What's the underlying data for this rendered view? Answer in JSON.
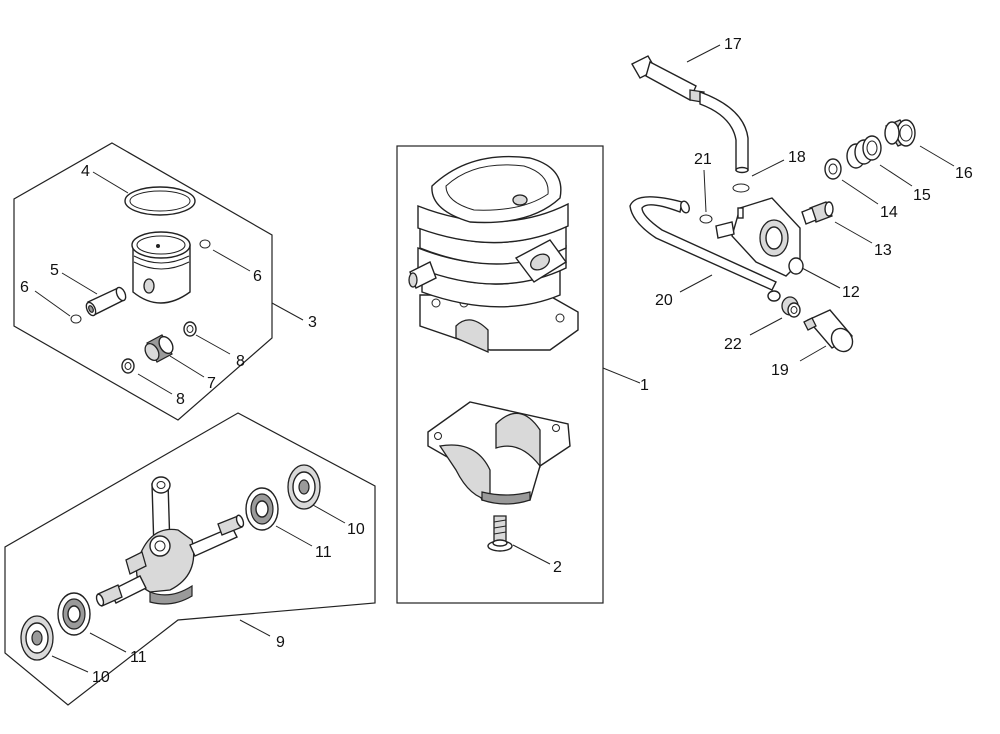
{
  "callouts": {
    "c1": "1",
    "c2": "2",
    "c3": "3",
    "c4": "4",
    "c5": "5",
    "c6a": "6",
    "c6b": "6",
    "c7": "7",
    "c8a": "8",
    "c8b": "8",
    "c9": "9",
    "c10a": "10",
    "c10b": "10",
    "c11a": "11",
    "c11b": "11",
    "c12": "12",
    "c13": "13",
    "c14": "14",
    "c15": "15",
    "c16": "16",
    "c17": "17",
    "c18": "18",
    "c19": "19",
    "c20": "20",
    "c21": "21",
    "c22": "22"
  }
}
